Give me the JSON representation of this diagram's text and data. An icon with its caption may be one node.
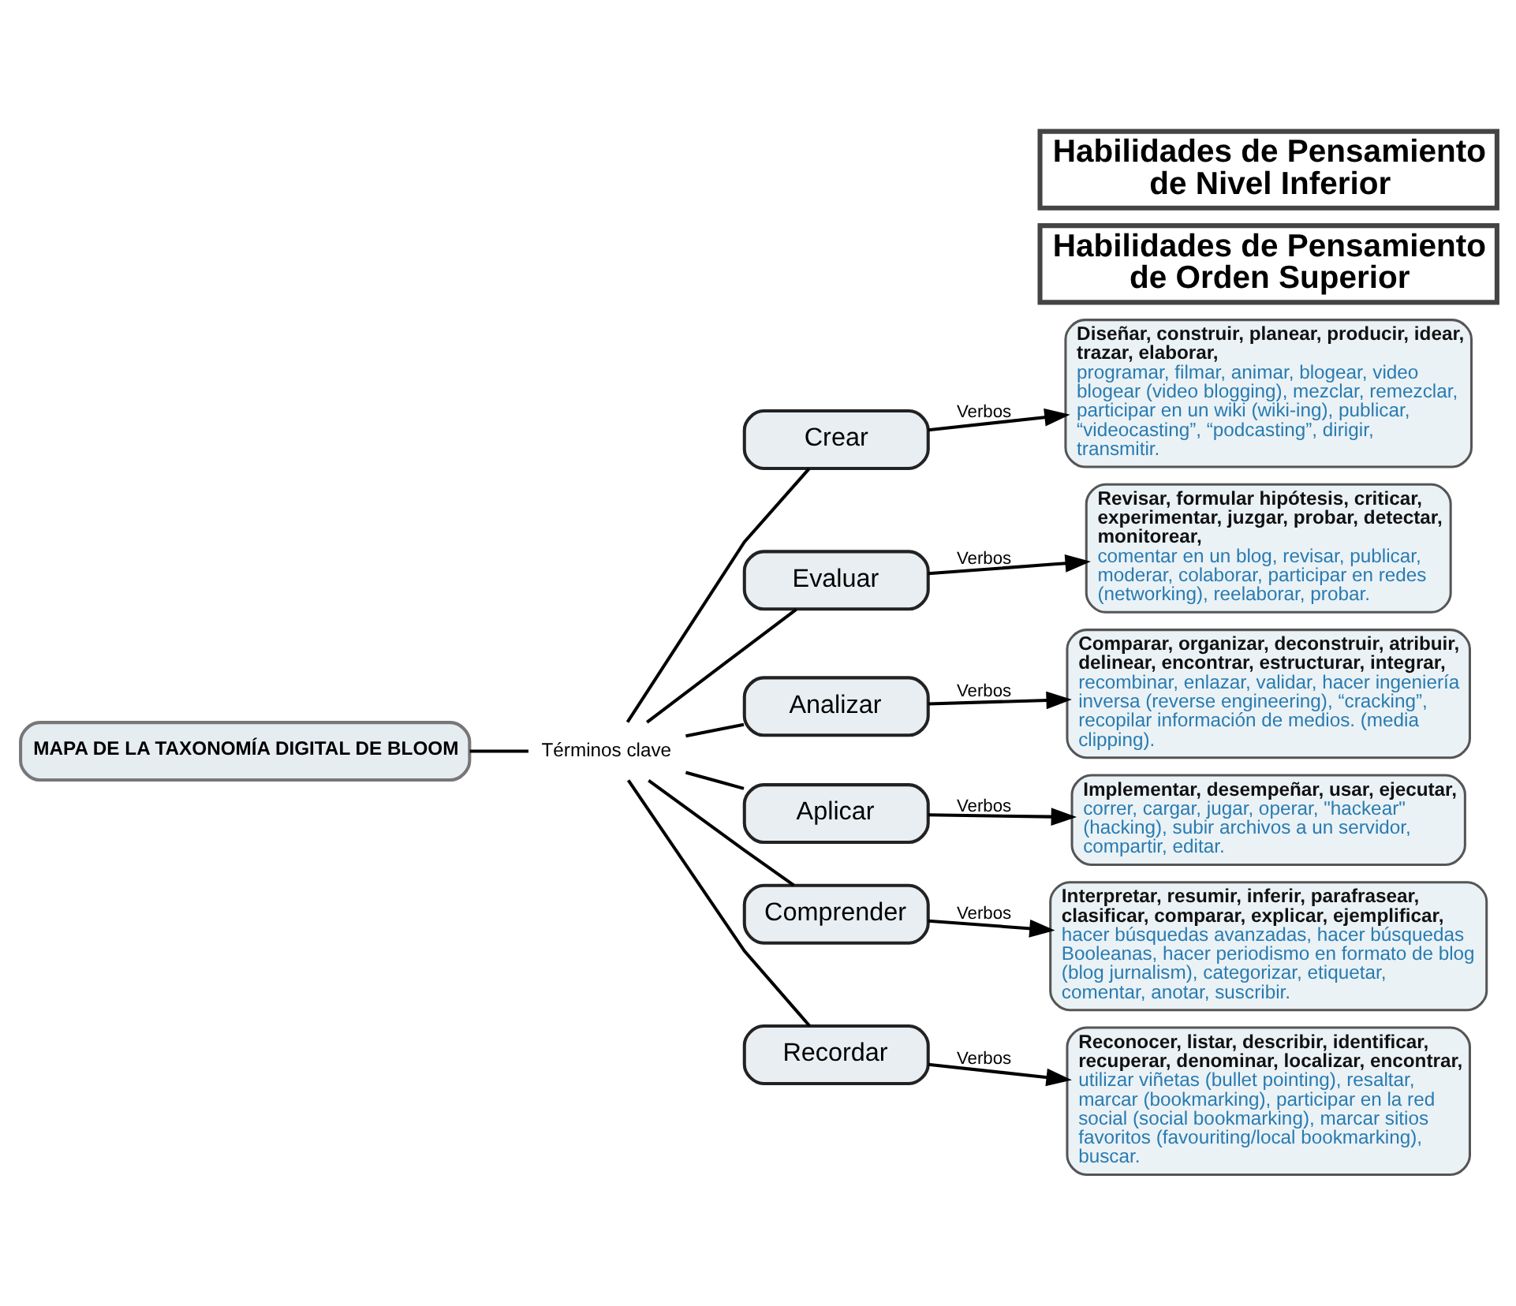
{
  "diagram": {
    "nodes": [
      {
        "text": [
          "MAPA DE LA TAXONOMÍA DIGITAL DE BLOOM"
        ]
      },
      {
        "text": [
          "Habilidades de Pensamiento de Orden Superior"
        ]
      },
      {
        "text": [
          "Términos clave"
        ]
      },
      {
        "text": [
          "Crear"
        ]
      },
      {
        "text": [
          "Diseñar, construir, planear, producir, idear, trazar, elaborar,",
          "programar, filmar, animar, blogear, video blogear (video blogging), mezclar, remezclar, participar en un wiki (wiki-ing), publicar, “videocasting”, “podcasting”, dirigir, transmitir."
        ]
      },
      {
        "text": [
          "Evaluar"
        ]
      },
      {
        "text": [
          "Revisar, formular hipótesis, criticar, experimentar, juzgar, probar, detectar, monitorear,",
          "comentar en un blog, revisar, publicar, moderar, colaborar, participar en redes (networking), reelaborar, probar."
        ]
      },
      {
        "text": [
          "Analizar"
        ]
      },
      {
        "text": [
          "Comparar, organizar, deconstruir, atribuir, delinear, encontrar, estructurar, integrar,",
          "recombinar, enlazar, validar, hacer ingeniería inversa (reverse engineering), “cracking”, recopilar información de medios. (media clipping)."
        ]
      },
      {
        "text": [
          "Aplicar"
        ]
      },
      {
        "text": [
          "Implementar, desempeñar, usar, ejecutar,",
          "correr, cargar, jugar, operar, \"hackear\" (hacking), subir archivos a un servidor, compartir, editar."
        ]
      },
      {
        "text": [
          "Comprender"
        ]
      },
      {
        "text": [
          "Interpretar, resumir, inferir, parafrasear, clasificar, comparar, explicar, ejemplificar,",
          "hacer búsquedas avanzadas, hacer búsquedas Booleanas, hacer periodismo en formato de blog (blog jurnalism), categorizar, etiquetar, comentar, anotar, suscribir."
        ]
      },
      {
        "text": [
          "Recordar"
        ]
      },
      {
        "text": [
          "Reconocer, listar, describir, identificar, recuperar, denominar, localizar, encontrar,",
          "utilizar viñetas (bullet pointing), resaltar, marcar (bookmarking), participar en la red social (social bookmarking), marcar sitios favoritos (favouriting/local bookmarking), buscar."
        ]
      },
      {
        "text": [
          "Habilidades de Pensamiento de Nivel Inferior"
        ]
      }
    ],
    "edges": [
      {
        "from": 0,
        "to": 2,
        "arrow": "none"
      },
      {
        "from": 2,
        "to": 3,
        "arrow": "none"
      },
      {
        "from": 3,
        "to": 4,
        "arrow": "to",
        "label": "Verbos"
      },
      {
        "from": 2,
        "to": 5,
        "arrow": "none"
      },
      {
        "from": 5,
        "to": 6,
        "arrow": "to",
        "label": "Verbos"
      },
      {
        "from": 2,
        "to": 7,
        "arrow": "none"
      },
      {
        "from": 7,
        "to": 8,
        "arrow": "to",
        "label": "Verbos"
      },
      {
        "from": 2,
        "to": 9,
        "arrow": "none"
      },
      {
        "from": 9,
        "to": 10,
        "arrow": "to",
        "label": "Verbos"
      },
      {
        "from": 2,
        "to": 11,
        "arrow": "none"
      },
      {
        "from": 11,
        "to": 12,
        "arrow": "to",
        "label": "Verbos"
      },
      {
        "from": 2,
        "to": 13,
        "arrow": "none"
      },
      {
        "from": 13,
        "to": 14,
        "arrow": "to",
        "label": "Verbos"
      }
    ]
  }
}
